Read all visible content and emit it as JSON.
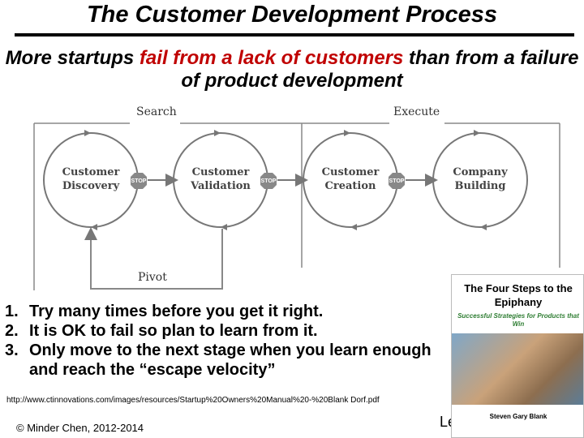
{
  "header": {
    "title": "The Customer Development Process",
    "subtitle_pre": "More startups ",
    "subtitle_highlight": "fail from a lack of customers",
    "subtitle_post": " than from a failure of product development",
    "highlight_color": "#c00000"
  },
  "diagram": {
    "search_label": "Search",
    "execute_label": "Execute",
    "pivot_label": "Pivot",
    "stop_label": "STOP",
    "stages": [
      {
        "line1": "Customer",
        "line2": "Discovery"
      },
      {
        "line1": "Customer",
        "line2": "Validation"
      },
      {
        "line1": "Customer",
        "line2": "Creation"
      },
      {
        "line1": "Company",
        "line2": "Building"
      }
    ],
    "stop_color": "#888888"
  },
  "points": [
    {
      "num": "1.",
      "text": "Try many times before you get it right."
    },
    {
      "num": "2.",
      "text": "It is OK to fail so plan to learn from it."
    },
    {
      "num": "3.",
      "text": "Only move to the next stage when you learn enough and reach the “escape velocity”"
    }
  ],
  "source_url": "http://www.ctinnovations.com/images/resources/Startup%20Owners%20Manual%20-%20Blank Dorf.pdf",
  "footer": {
    "copyright": "© Minder Chen, 2012-2014",
    "right_text": "Le"
  },
  "book": {
    "title": "The Four Steps to the Epiphany",
    "subtitle": "Successful Strategies for Products that Win",
    "author": "Steven Gary Blank"
  }
}
